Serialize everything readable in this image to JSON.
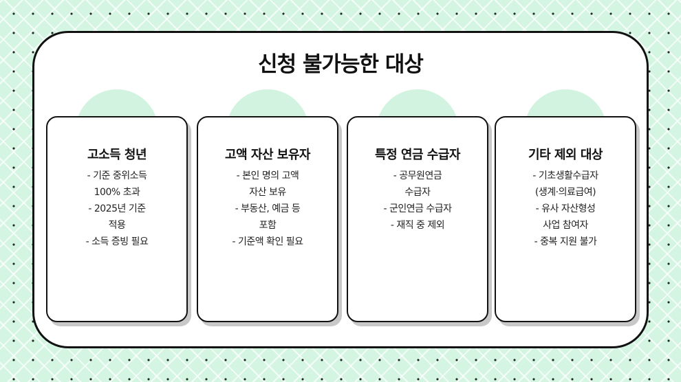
{
  "title": "신청 불가능한 대상",
  "cards": [
    {
      "title": "고소득 청년",
      "lines": [
        "- 기준 중위소득",
        "100% 초과",
        "- 2025년 기준",
        "적용",
        "- 소득 증빙 필요"
      ]
    },
    {
      "title": "고액 자산 보유자",
      "lines": [
        "- 본인 명의 고액",
        "자산 보유",
        "- 부동산, 예금 등",
        "포함",
        "- 기준액 확인 필요"
      ]
    },
    {
      "title": "특정 연금 수급자",
      "lines": [
        "- 공무원연금",
        "수급자",
        "- 군인연금 수급자",
        "- 재직 중 제외"
      ]
    },
    {
      "title": "기타 제외 대상",
      "lines": [
        "- 기초생활수급자",
        "(생계·의료급여)",
        "- 유사 자산형성",
        "사업 참여자",
        "- 중복 지원 불가"
      ]
    }
  ],
  "colors": {
    "background": "#d5f5e3",
    "accent_circle": "#d2f3e0",
    "border": "#111111"
  }
}
